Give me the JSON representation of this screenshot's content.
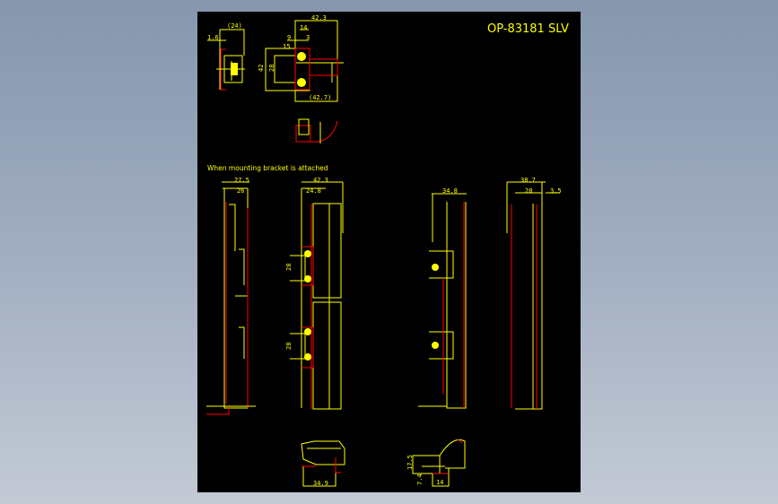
{
  "drawing": {
    "title": "OP-83181 SLV",
    "note": "When mounting bracket is attached",
    "colors": {
      "background": "#000000",
      "primary_lines": "#ffff00",
      "secondary_lines": "#ff0000",
      "viewport_bg": "#8f9fb6"
    },
    "top_views": {
      "side": {
        "d1": "(24)",
        "d2": "1.6"
      },
      "front": {
        "d1": "42.3",
        "d2": "14",
        "d3": "9",
        "d4": "3",
        "d5": "15",
        "d6": "42",
        "d7": "28",
        "d8": "(42.7)"
      }
    },
    "elevations": {
      "view1": {
        "d1": "27.5",
        "d2": "26"
      },
      "view2": {
        "d1": "42.3",
        "d2": "24.8",
        "d3": "28",
        "d4": "28"
      },
      "view3": {
        "d1": "34.8"
      },
      "view4": {
        "d1": "38.7",
        "d2": "28",
        "d3": "3.5"
      }
    },
    "bottom_views": {
      "left": {
        "d1": "34.9"
      },
      "right": {
        "d1": "17.5",
        "d2": "7.4",
        "d3": "14"
      }
    }
  }
}
